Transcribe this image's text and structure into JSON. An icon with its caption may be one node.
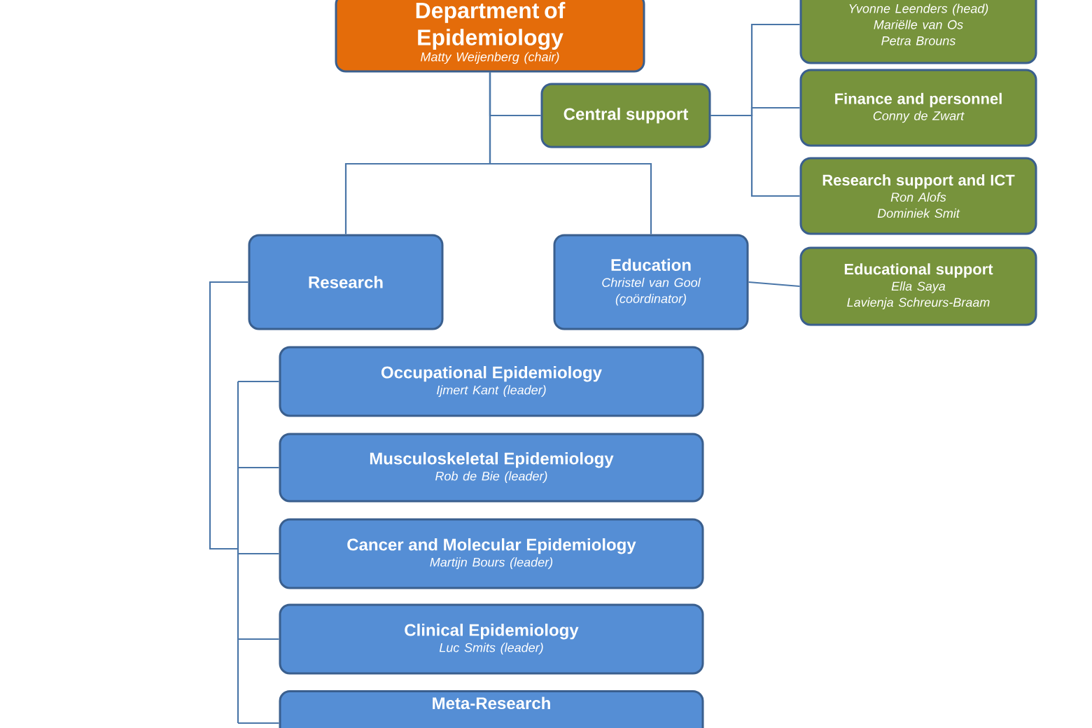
{
  "diagram": {
    "nodes": [
      {
        "text": [
          "Department of Epidemiology",
          "Matty Weijenberg (chair)"
        ]
      },
      {
        "text": [
          "Central support"
        ]
      },
      {
        "text": [
          "Yvonne Leenders (head)",
          "Mariëlle van Os",
          "Petra Brouns"
        ]
      },
      {
        "text": [
          "Finance and personnel",
          "Conny de Zwart"
        ]
      },
      {
        "text": [
          "Research support and ICT",
          "Ron Alofs",
          "Dominiek Smit"
        ]
      },
      {
        "text": [
          "Research"
        ]
      },
      {
        "text": [
          "Education",
          "Christel van Gool (coördinator)"
        ]
      },
      {
        "text": [
          "Educational support",
          "Ella Saya",
          "Lavienja Schreurs-Braam"
        ]
      },
      {
        "text": [
          "Occupational Epidemiology",
          "Ijmert Kant (leader)"
        ]
      },
      {
        "text": [
          "Musculoskeletal Epidemiology",
          "Rob de Bie (leader)"
        ]
      },
      {
        "text": [
          "Cancer and Molecular Epidemiology",
          "Martijn Bours (leader)"
        ]
      },
      {
        "text": [
          "Clinical Epidemiology",
          "Luc Smits (leader)"
        ]
      },
      {
        "text": [
          "Meta-Research"
        ]
      }
    ],
    "edges": [
      {
        "from": 0,
        "to": 1,
        "arrow": "none"
      },
      {
        "from": 0,
        "to": 5,
        "arrow": "none"
      },
      {
        "from": 0,
        "to": 6,
        "arrow": "none"
      },
      {
        "from": 1,
        "to": 2,
        "arrow": "none"
      },
      {
        "from": 1,
        "to": 3,
        "arrow": "none"
      },
      {
        "from": 1,
        "to": 4,
        "arrow": "none"
      },
      {
        "from": 6,
        "to": 7,
        "arrow": "none"
      },
      {
        "from": 5,
        "to": 8,
        "arrow": "none"
      },
      {
        "from": 5,
        "to": 9,
        "arrow": "none"
      },
      {
        "from": 5,
        "to": 10,
        "arrow": "none"
      },
      {
        "from": 5,
        "to": 11,
        "arrow": "none"
      },
      {
        "from": 5,
        "to": 12,
        "arrow": "none"
      }
    ]
  }
}
